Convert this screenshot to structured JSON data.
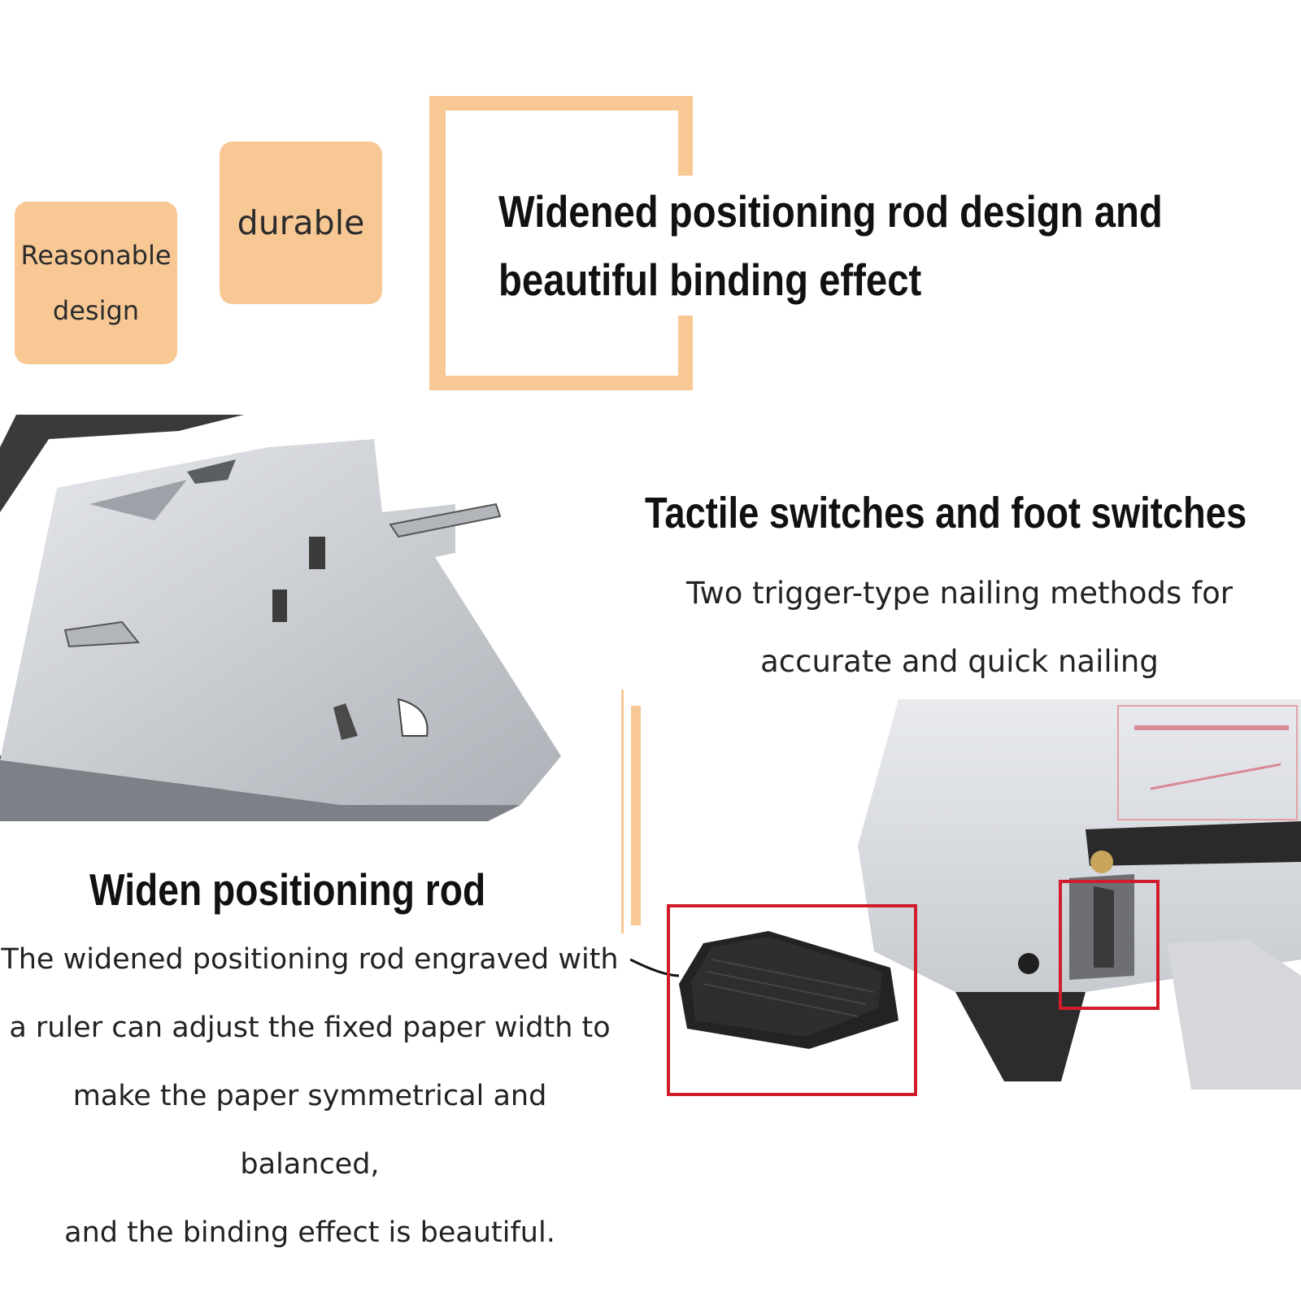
{
  "tags": {
    "reasonable": [
      "Reasonable",
      "design"
    ],
    "durable": "durable"
  },
  "headline": [
    "Widened positioning rod design and",
    "beautiful binding effect"
  ],
  "tactile": {
    "title": "Tactile switches and foot switches",
    "description": [
      "Two trigger-type nailing methods for",
      "accurate and quick nailing"
    ]
  },
  "widen": {
    "title": "Widen positioning rod",
    "description": [
      "The widened positioning rod engraved with",
      "a ruler can adjust the fixed paper width to",
      "make the paper symmetrical and balanced,",
      "and the binding effect is beautiful."
    ]
  },
  "colors": {
    "accent": "#f8c894",
    "highlight": "#d11c2b",
    "metal": "#c9ccd1",
    "dark": "#1b1b1b"
  },
  "icons": [
    "stapler-photo",
    "foot-pedal-photo",
    "trigger-switch-photo"
  ]
}
